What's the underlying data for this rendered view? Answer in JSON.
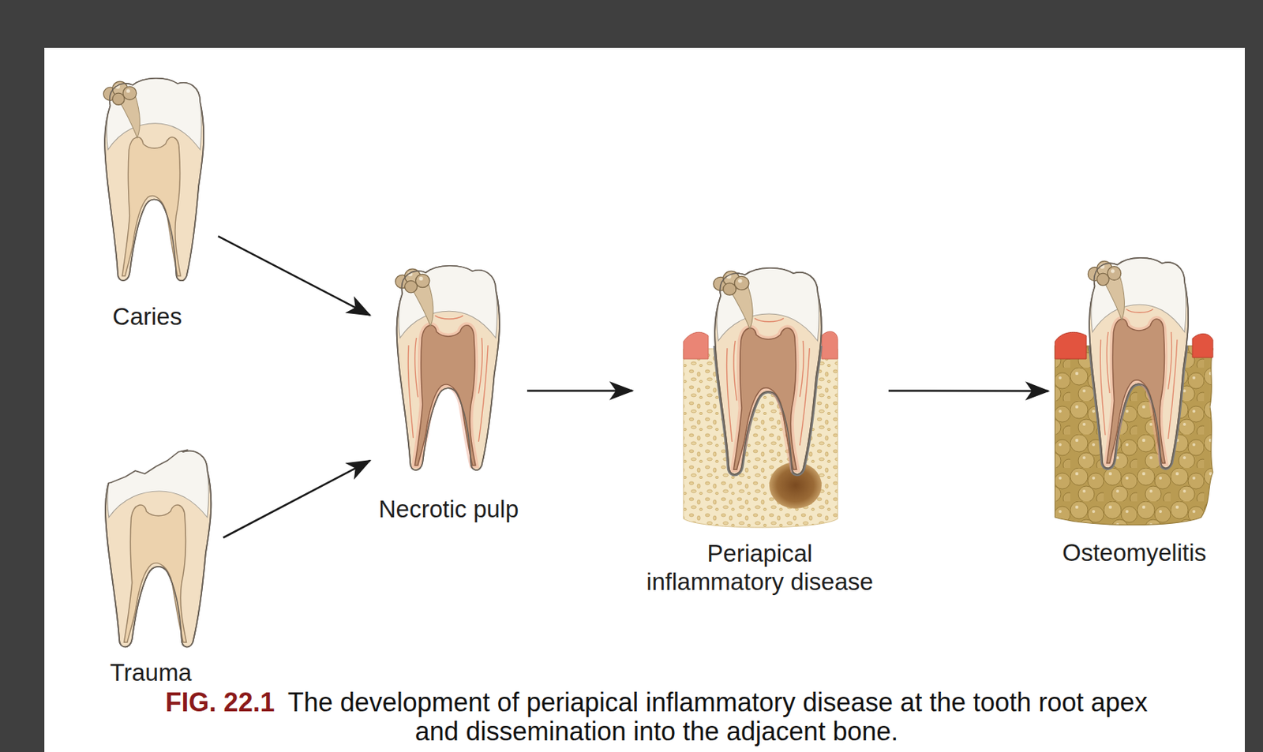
{
  "diagram": {
    "caption": "The development of periapical inflammatory disease at the tooth root apex and dissemination into the adjacent bone.",
    "nodes": [
      {
        "text": [
          "Caries"
        ]
      },
      {
        "text": [
          "Trauma"
        ]
      },
      {
        "text": [
          "Necrotic pulp"
        ]
      },
      {
        "text": [
          "Periapical inflammatory disease"
        ]
      },
      {
        "text": [
          "Osteomyelitis"
        ]
      }
    ],
    "edges": [
      {
        "from": 0,
        "to": 2,
        "arrow": "to"
      },
      {
        "from": 1,
        "to": 2,
        "arrow": "to"
      },
      {
        "from": 2,
        "to": 3,
        "arrow": "to"
      },
      {
        "from": 3,
        "to": 4,
        "arrow": "to"
      }
    ],
    "labels": [
      "FIG. 22.1"
    ]
  }
}
